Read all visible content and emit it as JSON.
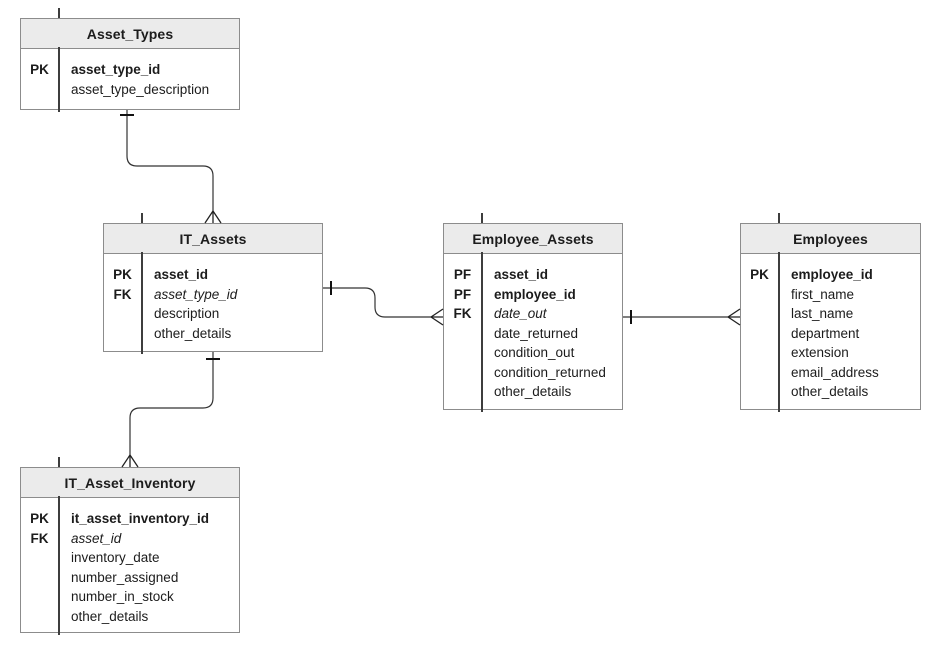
{
  "colors": {
    "canvas_background": "#FFFFFF",
    "table_border": "#8C8C8C",
    "header_fill": "#EBEBEB",
    "text": "#1C1C1C",
    "connector_line": "#333333",
    "cardinality_marker": "#111111"
  },
  "tables": {
    "asset_types": {
      "title": "Asset_Types",
      "rows": [
        {
          "key": "PK",
          "name": "asset_type_id"
        },
        {
          "key": "",
          "name": "asset_type_description"
        }
      ]
    },
    "it_assets": {
      "title": "IT_Assets",
      "rows": [
        {
          "key": "PK",
          "name": "asset_id"
        },
        {
          "key": "FK",
          "name": "asset_type_id"
        },
        {
          "key": "",
          "name": "description"
        },
        {
          "key": "",
          "name": "other_details"
        }
      ]
    },
    "employee_assets": {
      "title": "Employee_Assets",
      "rows": [
        {
          "key": "PF",
          "name": "asset_id"
        },
        {
          "key": "PF",
          "name": "employee_id"
        },
        {
          "key": "FK",
          "name": "date_out"
        },
        {
          "key": "",
          "name": "date_returned"
        },
        {
          "key": "",
          "name": "condition_out"
        },
        {
          "key": "",
          "name": "condition_returned"
        },
        {
          "key": "",
          "name": "other_details"
        }
      ]
    },
    "employees": {
      "title": "Employees",
      "rows": [
        {
          "key": "PK",
          "name": "employee_id"
        },
        {
          "key": "",
          "name": "first_name"
        },
        {
          "key": "",
          "name": "last_name"
        },
        {
          "key": "",
          "name": "department"
        },
        {
          "key": "",
          "name": "extension"
        },
        {
          "key": "",
          "name": "email_address"
        },
        {
          "key": "",
          "name": "other_details"
        }
      ]
    },
    "it_asset_inventory": {
      "title": "IT_Asset_Inventory",
      "rows": [
        {
          "key": "PK",
          "name": "it_asset_inventory_id"
        },
        {
          "key": "FK",
          "name": "asset_id"
        },
        {
          "key": "",
          "name": "inventory_date"
        },
        {
          "key": "",
          "name": "number_assigned"
        },
        {
          "key": "",
          "name": "number_in_stock"
        },
        {
          "key": "",
          "name": "other_details"
        }
      ]
    }
  },
  "relationships": [
    {
      "from": "Asset_Types",
      "to": "IT_Assets",
      "from_cardinality": "one",
      "to_cardinality": "many"
    },
    {
      "from": "IT_Assets",
      "to": "Employee_Assets",
      "from_cardinality": "one",
      "to_cardinality": "many"
    },
    {
      "from": "Employee_Assets",
      "to": "Employees",
      "from_cardinality": "one",
      "to_cardinality": "many"
    },
    {
      "from": "IT_Assets",
      "to": "IT_Asset_Inventory",
      "from_cardinality": "one",
      "to_cardinality": "many"
    }
  ]
}
